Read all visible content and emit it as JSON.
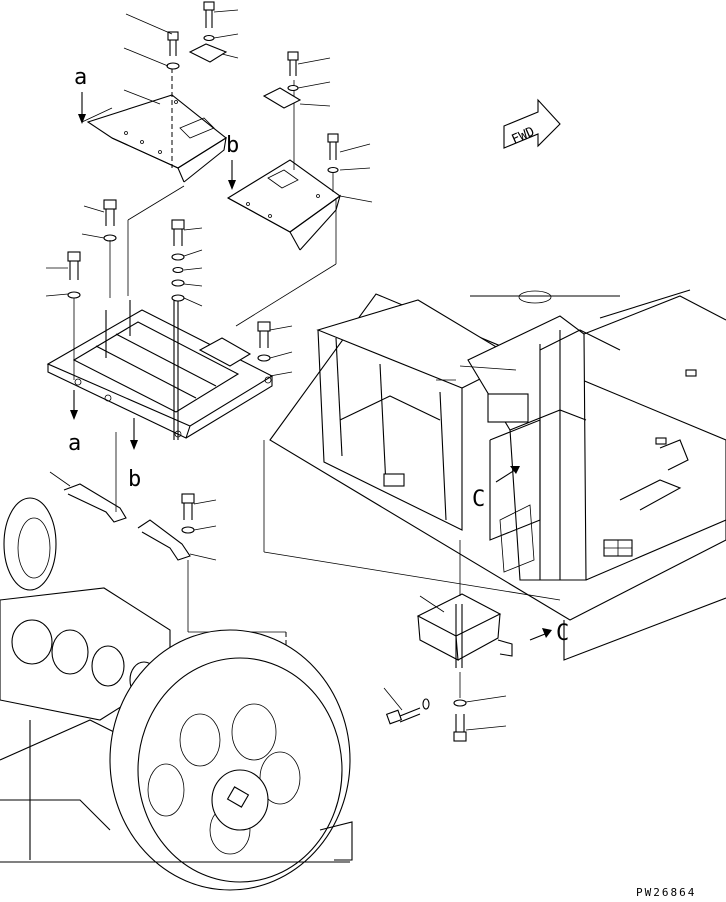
{
  "drawing_code": "PW26864",
  "direction_label": "FWD",
  "view_markers": {
    "a_top": "a",
    "a_bottom": "a",
    "b_top": "b",
    "b_bottom": "b",
    "c_upper": "C",
    "c_lower": "C"
  }
}
